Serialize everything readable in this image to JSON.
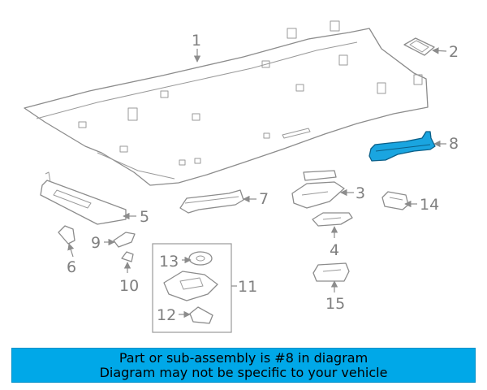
{
  "callouts": {
    "c1": "1",
    "c2": "2",
    "c3": "3",
    "c4": "4",
    "c5": "5",
    "c6": "6",
    "c7": "7",
    "c8": "8",
    "c9": "9",
    "c10": "10",
    "c11": "11",
    "c12": "12",
    "c13": "13",
    "c14": "14",
    "c15": "15"
  },
  "highlighted_part": "8",
  "colors": {
    "highlight": "#1aa5e0",
    "banner": "#00a8e8",
    "line_art": "#8c8c8c"
  },
  "banner": {
    "line1": "Part or sub-assembly is #8 in diagram",
    "line2": "Diagram may not be specific to your vehicle"
  }
}
